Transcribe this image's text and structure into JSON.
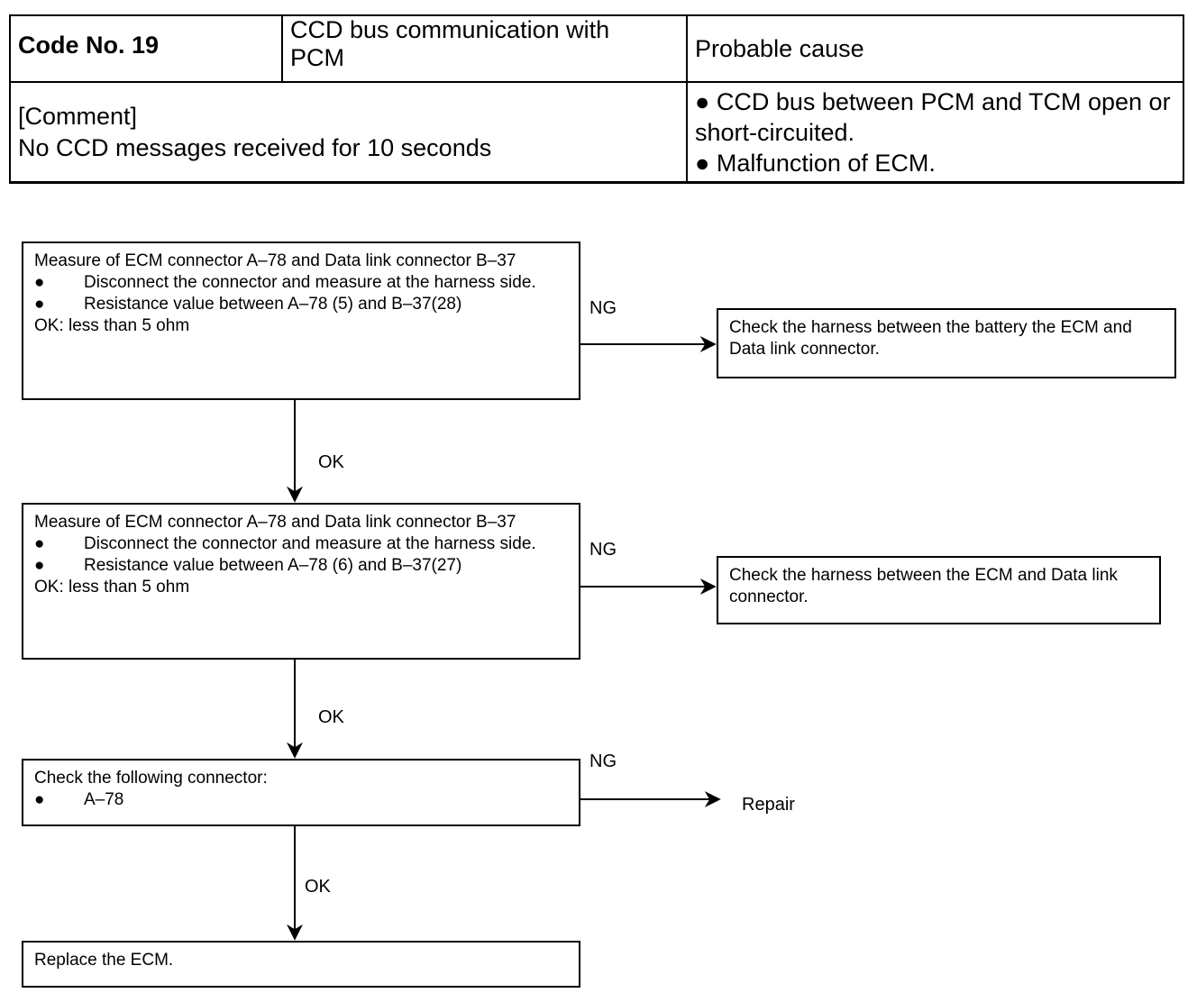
{
  "header": {
    "code": "Code No. 19",
    "title_line1": "CCD bus communication with",
    "title_line2": "PCM",
    "probable_label": "Probable cause",
    "comment_label": "[Comment]",
    "comment_text": "No CCD messages received for 10 seconds",
    "causes": [
      "CCD bus between PCM and TCM open or short-circuited.",
      "Malfunction of ECM."
    ]
  },
  "steps": [
    {
      "title": "Measure of ECM connector A–78 and Data link connector B–37",
      "bullets": [
        "Disconnect the connector and measure at the harness side.",
        "Resistance value between A–78 (5) and B–37(28)"
      ],
      "ok": "OK: less than 5 ohm"
    },
    {
      "title": "Measure of ECM connector A–78 and Data link connector B–37",
      "bullets": [
        "Disconnect the connector and measure at the harness side.",
        "Resistance value between A–78 (6) and B–37(27)"
      ],
      "ok": "OK: less than 5 ohm"
    },
    {
      "title": "Check the following connector:",
      "bullets": [
        "A–78"
      ]
    },
    {
      "title": "Replace the ECM."
    }
  ],
  "ng_results": [
    "Check the harness between the battery the ECM and Data link connector.",
    "Check the harness between the ECM and Data link connector.",
    "Repair"
  ],
  "flow_labels": {
    "ng": "NG",
    "ok": "OK"
  },
  "bullet_glyph": "●"
}
